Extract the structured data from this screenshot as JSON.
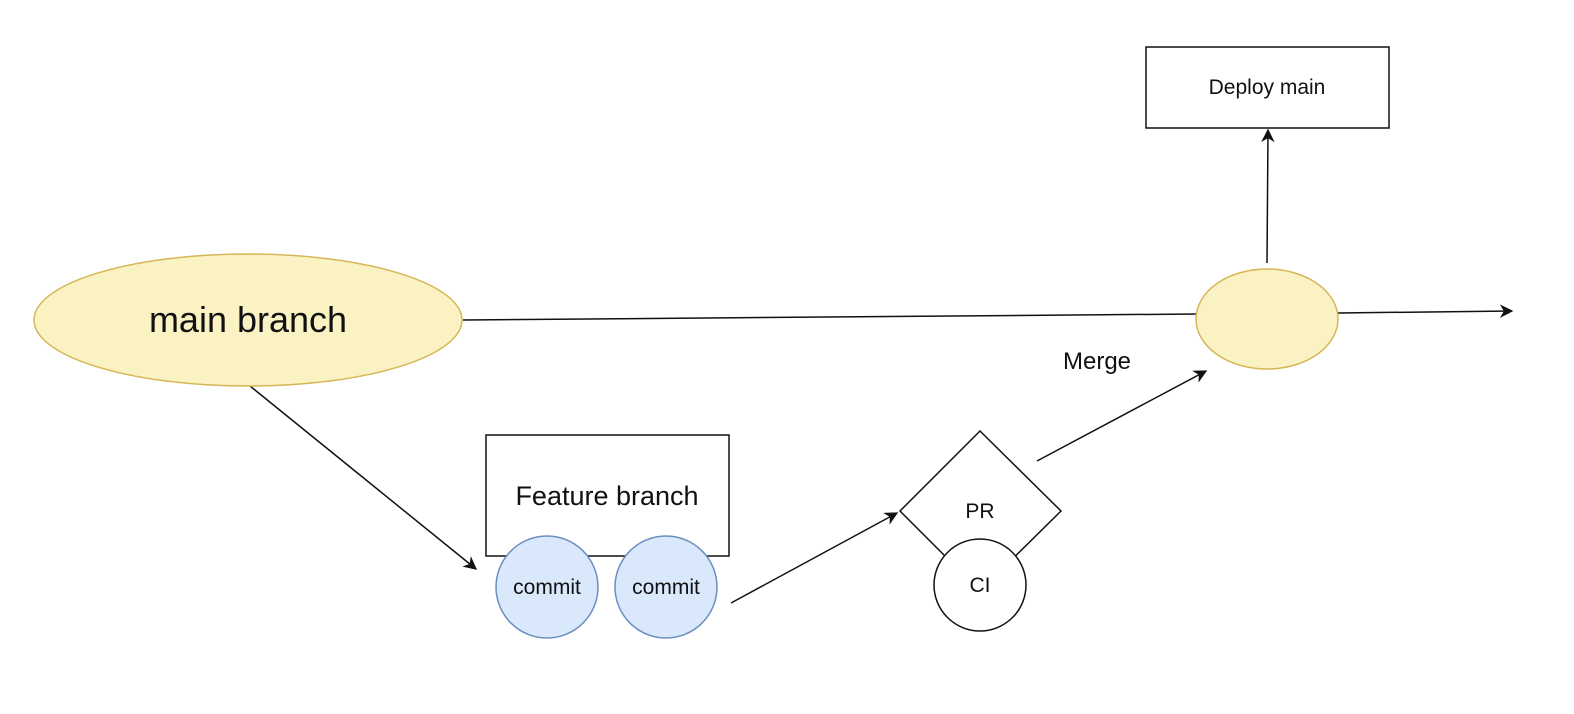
{
  "nodes": {
    "main_branch": {
      "label": "main branch"
    },
    "feature_branch": {
      "label": "Feature branch"
    },
    "commit_1": {
      "label": "commit"
    },
    "commit_2": {
      "label": "commit"
    },
    "pr": {
      "label": "PR"
    },
    "ci": {
      "label": "CI"
    },
    "deploy": {
      "label": "Deploy main"
    }
  },
  "edges": {
    "merge": {
      "label": "Merge"
    }
  },
  "colors": {
    "main_fill": "#fbf2c4",
    "main_stroke": "#d6b656",
    "commit_fill": "#dae8fc",
    "commit_stroke": "#6c8ebf",
    "line": "#111111",
    "box_fill": "#ffffff"
  }
}
